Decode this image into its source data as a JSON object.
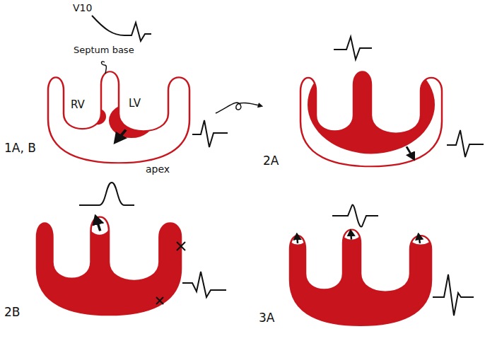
{
  "diagram": {
    "labels": [
      "V10",
      "Septum base",
      "RV",
      "LV",
      "1A, B",
      "apex",
      "2A",
      "2B",
      "3A"
    ]
  }
}
